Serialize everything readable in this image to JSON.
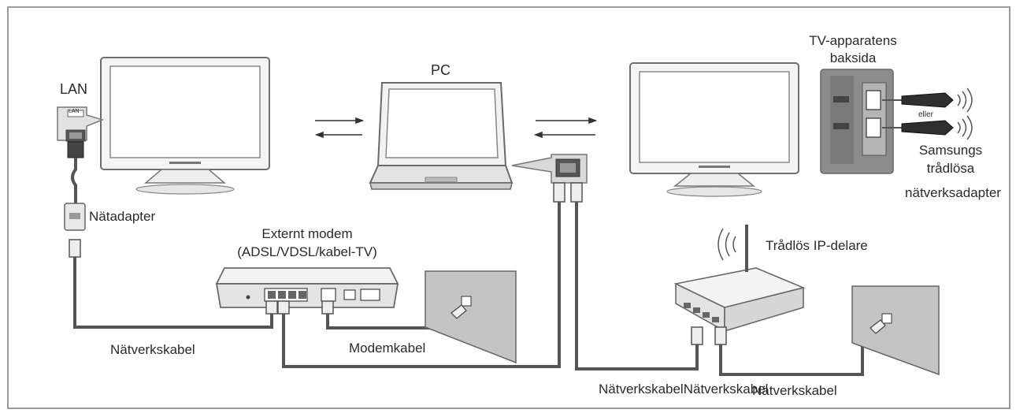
{
  "labels": {
    "lan": "LAN",
    "lan_port": "LAN",
    "pc": "PC",
    "tv_back_line1": "TV-apparatens",
    "tv_back_line2": "baksida",
    "eller": "eller",
    "adapter_line1": "Samsungs",
    "adapter_line2": "trådlösa",
    "adapter_line3": "nätverksadapter",
    "power_adapter": "Nätadapter",
    "modem_line1": "Externt modem",
    "modem_line2": "(ADSL/VDSL/kabel-TV)",
    "wireless_router": "Trådlös IP-delare",
    "network_cable_left": "Nätverkskabel",
    "modem_cable": "Modemkabel",
    "network_cable_bottom": "NätverkskabelNätverkskabel",
    "network_cable_right": "Nätverkskabel"
  },
  "colors": {
    "frame": "#9a9a9a",
    "device_outline": "#777777",
    "screen_fill": "#ffffff",
    "cable": "#555555",
    "panel_gray": "#8c8c8c"
  }
}
